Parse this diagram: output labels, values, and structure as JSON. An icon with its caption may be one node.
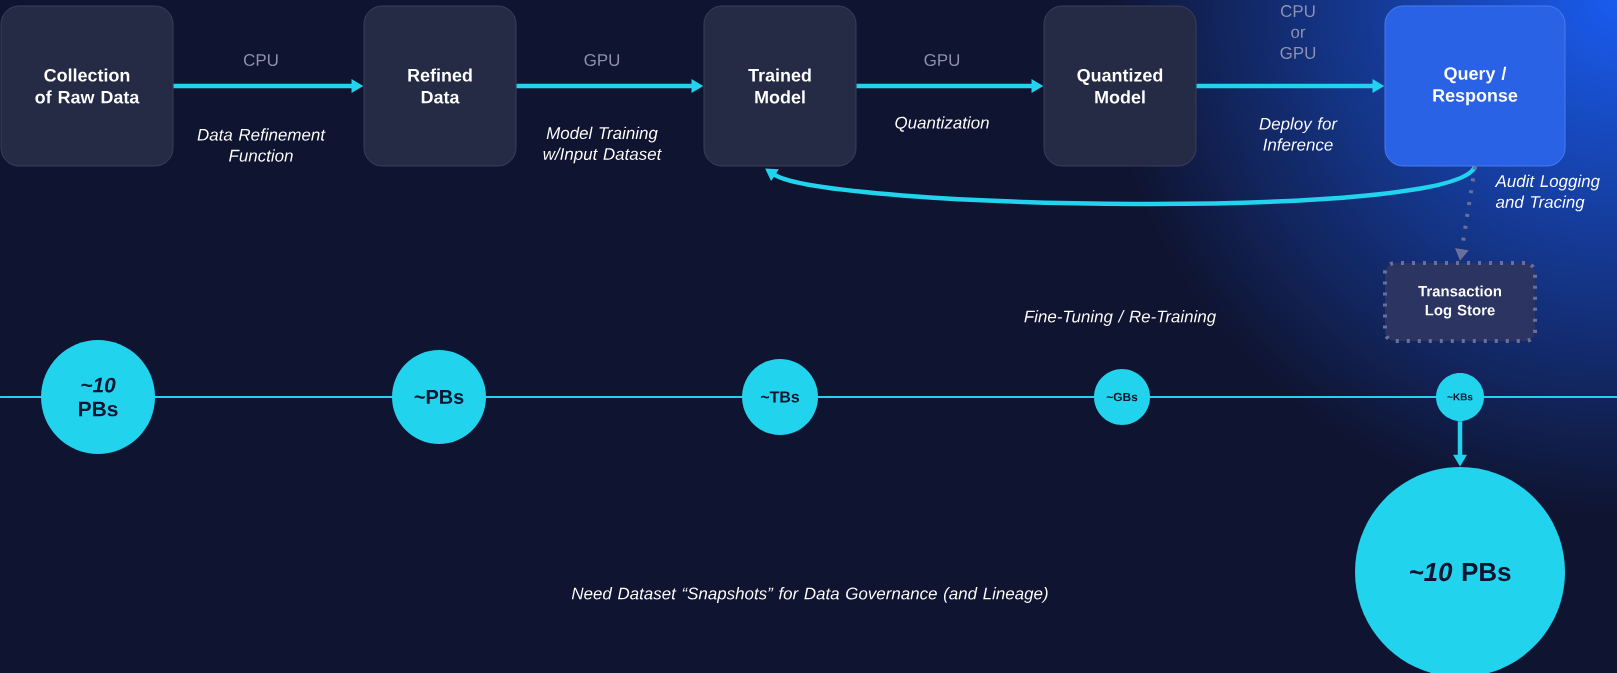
{
  "diagram": {
    "nodes": [
      {
        "text": [
          "Collection of Raw Data"
        ]
      },
      {
        "text": [
          "Refined Data"
        ]
      },
      {
        "text": [
          "Trained Model"
        ]
      },
      {
        "text": [
          "Quantized Model"
        ]
      },
      {
        "text": [
          "Query / Response"
        ]
      },
      {
        "text": [
          "Transaction Log Store"
        ]
      },
      {
        "text": [
          "*~10* PBs"
        ]
      },
      {
        "text": [
          "~PBs"
        ]
      },
      {
        "text": [
          "~TBs"
        ]
      },
      {
        "text": [
          "~GBs"
        ]
      },
      {
        "text": [
          "~KBs"
        ]
      },
      {
        "text": [
          "*~10* PBs"
        ]
      }
    ],
    "edges": [
      {
        "from": 0,
        "to": 1,
        "arrow": "to",
        "label": "CPU"
      },
      {
        "from": 1,
        "to": 2,
        "arrow": "to",
        "label": "GPU"
      },
      {
        "from": 2,
        "to": 3,
        "arrow": "to",
        "label": "GPU"
      },
      {
        "from": 3,
        "to": 4,
        "arrow": "to",
        "label": "CPU or GPU"
      },
      {
        "from": 4,
        "to": 2,
        "arrow": "to"
      },
      {
        "from": 4,
        "to": 5,
        "arrow": "to",
        "label": "Audit Logging and Tracing",
        "style": "dashed",
        "color": "#6b6f9a"
      },
      {
        "from": 10,
        "to": 11,
        "arrow": "to"
      }
    ],
    "labels": [
      "Data Refinement Function",
      "Model Training w/Input Dataset",
      "Quantization",
      "Deploy for Inference",
      "Fine-Tuning / Re-Training",
      "Need Dataset “Snapshots” for Data Governance (and Lineage)"
    ]
  }
}
